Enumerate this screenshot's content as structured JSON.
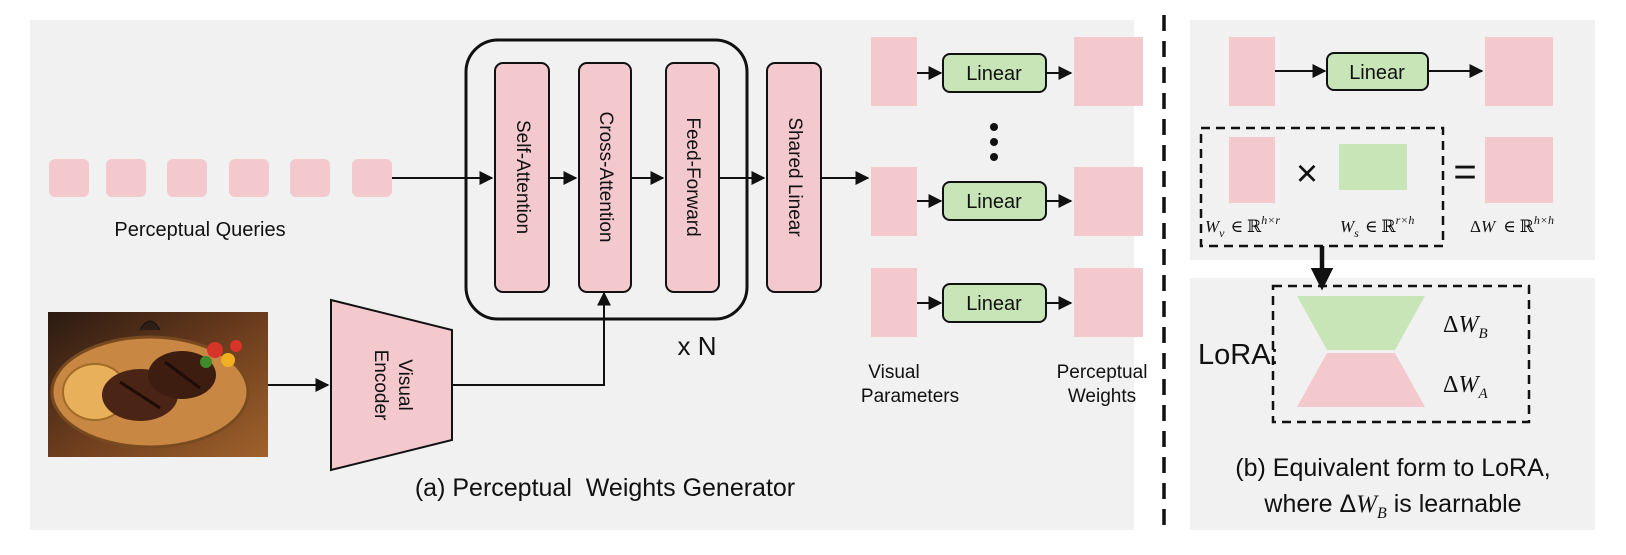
{
  "colors": {
    "pink": "#f4c9ce",
    "green": "#c8e5b8",
    "panel_bg": "#f1f1f1",
    "stroke": "#111111"
  },
  "panel_a": {
    "queries_label": "Perceptual Queries",
    "food_image_icon": "steak-photo",
    "visual_encoder": [
      "Visual",
      "Encoder"
    ],
    "self_attention": "Self-Attention",
    "cross_attention": "Cross-Attention",
    "feed_forward": "Feed-Forward",
    "repeat_label": "x N",
    "shared_linear": "Shared Linear",
    "linear_label": "Linear",
    "visual_parameters": [
      "Visual",
      "Parameters"
    ],
    "perceptual_weights": [
      "Perceptual",
      "Weights"
    ],
    "caption": "(a) Perceptual  Weights Generator"
  },
  "panel_b": {
    "linear_label": "Linear",
    "times": "×",
    "equals": "=",
    "wv_var": "W",
    "wv_sub": "v",
    "ws_var": "W",
    "ws_sub": "s",
    "in_symbol": "∈",
    "reals": "ℝ",
    "wv_sup": "h×r",
    "ws_sup": "r×h",
    "dw_delta": "Δ",
    "dw_var": "W",
    "dw_sup": "h×h",
    "lora_label": "LoRA:",
    "dwb_delta": "Δ",
    "dwb_var": "W",
    "dwb_sub": "B",
    "dwa_delta": "Δ",
    "dwa_var": "W",
    "dwa_sub": "A",
    "caption_line1": "(b) Equivalent form to LoRA,",
    "caption_pre": "where ",
    "caption_delta": "Δ",
    "caption_var": "W",
    "caption_sub": "B",
    "caption_post": " is learnable"
  }
}
